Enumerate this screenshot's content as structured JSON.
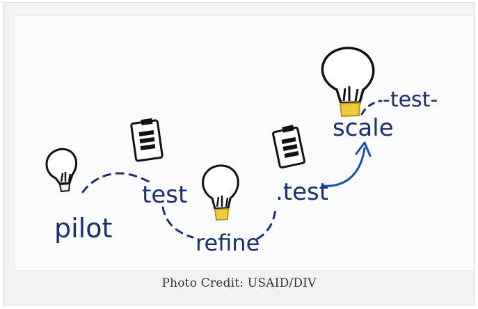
{
  "figure": {
    "labels": {
      "pilot": "pilot",
      "test_1": "test",
      "refine": "refine",
      "test_2": ".test",
      "scale": "scale",
      "test_3": "-test-"
    },
    "colors": {
      "ink": "#1a2f6e",
      "bulb_base": "#f0cc3a",
      "outline": "#111111",
      "arrow": "#1f4fa8"
    },
    "icons": [
      "lightbulb-icon",
      "clipboard-checklist-icon",
      "arrow-icon"
    ]
  },
  "caption": {
    "text": "Photo Credit: USAID/DIV"
  }
}
